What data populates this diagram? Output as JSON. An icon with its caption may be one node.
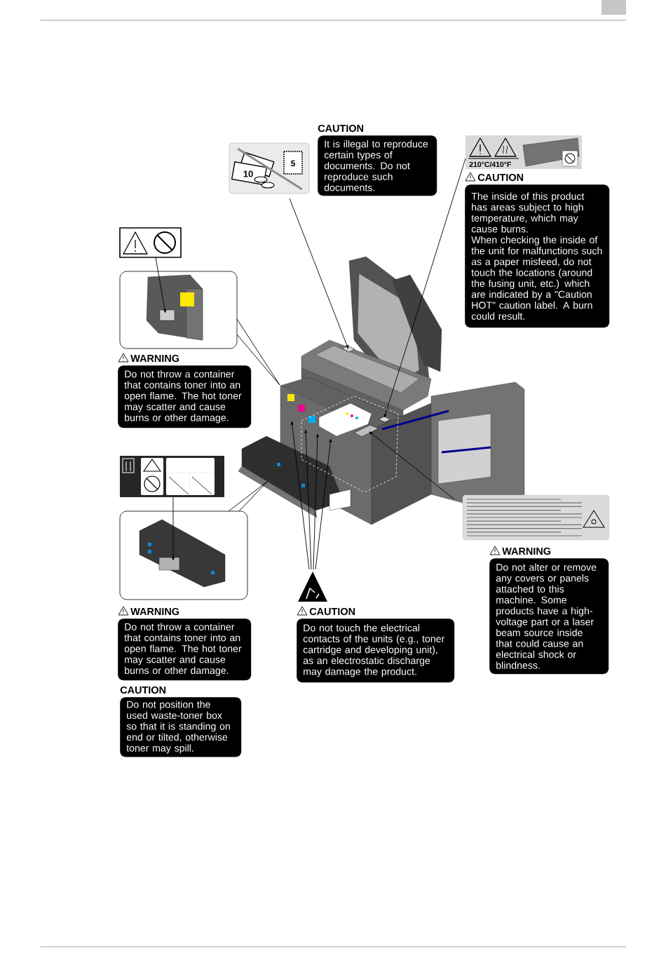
{
  "diagram": {
    "nodes": [
      {
        "text": [
          "10",
          "5"
        ]
      },
      {
        "text": [
          "CAUTION",
          "It is illegal to reproduce certain types of documents. Do not reproduce such documents."
        ]
      },
      {
        "text": [
          "210°C/410°F"
        ]
      },
      {
        "text": [
          "CAUTION",
          "The inside of this product has areas subject to high temperature, which may cause burns.",
          "When checking the inside of the unit for malfunctions such as a paper misfeed, do not touch the locations (around the fusing unit, etc.) which are indicated by a \"Caution HOT\" caution label. A burn could result."
        ]
      },
      {
        "text": [],
        "shape": "picture"
      },
      {
        "text": [],
        "shape": "picture"
      },
      {
        "text": [
          "WARNING",
          "Do not throw a container that contains toner into an open flame. The hot toner may scatter and cause burns or other damage."
        ]
      },
      {
        "text": [],
        "shape": "picture"
      },
      {
        "text": [],
        "shape": "picture"
      },
      {
        "text": [],
        "shape": "picture"
      },
      {
        "text": [],
        "shape": "picture"
      },
      {
        "text": [
          "WARNING",
          "Do not alter or remove any covers or panels attached to this machine. Some products have a high-voltage part or a laser beam source inside that could cause an electrical shock or blindness."
        ]
      },
      {
        "text": [],
        "shape": "picture"
      },
      {
        "text": [
          "WARNING",
          "Do not throw a container that contains toner into an open flame. The hot toner may scatter and cause burns or other damage."
        ]
      },
      {
        "text": [
          "CAUTION",
          "Do not position the used waste-toner box so that it is standing on end or tilted, otherwise toner may spill."
        ]
      },
      {
        "text": [
          "CAUTION",
          "Do not touch the electrical contacts of the units (e.g., toner cartridge and developing unit), as an electrostatic discharge may damage the product."
        ]
      }
    ],
    "edges": [
      {
        "from": 0,
        "to": 7,
        "arrow": "to"
      },
      {
        "from": 2,
        "to": 7,
        "arrow": "to"
      },
      {
        "from": 4,
        "to": 5,
        "arrow": "to"
      },
      {
        "from": 5,
        "to": 7,
        "arrow": "none"
      },
      {
        "from": 8,
        "to": 9,
        "arrow": "to"
      },
      {
        "from": 9,
        "to": 7,
        "arrow": "none"
      },
      {
        "from": 10,
        "to": 7,
        "arrow": "to"
      },
      {
        "from": 12,
        "to": 7,
        "arrow": "to"
      },
      {
        "from": 12,
        "to": 7,
        "arrow": "to"
      },
      {
        "from": 12,
        "to": 7,
        "arrow": "to"
      },
      {
        "from": 12,
        "to": 7,
        "arrow": "to"
      }
    ]
  }
}
